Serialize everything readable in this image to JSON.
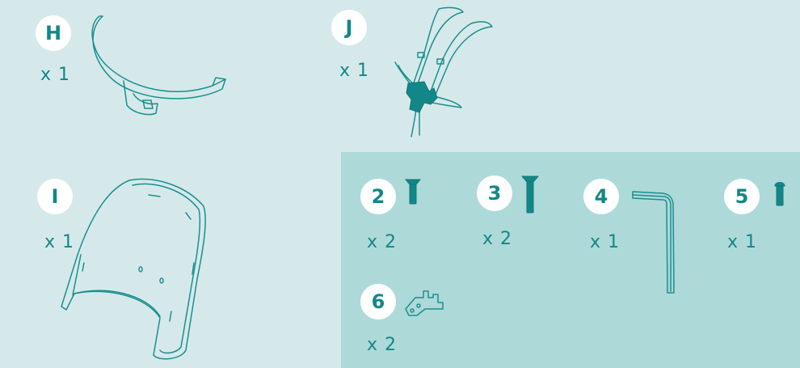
{
  "colors": {
    "background": "#d6e9ea",
    "panel": "#aed9d9",
    "accent": "#138787",
    "badge_bg": "#ffffff"
  },
  "parts": [
    {
      "label": "H",
      "qty": "x 1",
      "icon": "tray-arm-icon"
    },
    {
      "label": "J",
      "qty": "x 1",
      "icon": "harness-straps-icon"
    },
    {
      "label": "I",
      "qty": "x 1",
      "icon": "seat-shell-icon"
    }
  ],
  "hardware": [
    {
      "label": "2",
      "qty": "x 2",
      "icon": "short-screw-icon"
    },
    {
      "label": "3",
      "qty": "x 2",
      "icon": "long-screw-icon"
    },
    {
      "label": "4",
      "qty": "x 1",
      "icon": "allen-key-icon"
    },
    {
      "label": "5",
      "qty": "x 1",
      "icon": "cap-screw-icon"
    },
    {
      "label": "6",
      "qty": "x 2",
      "icon": "bracket-icon"
    }
  ]
}
